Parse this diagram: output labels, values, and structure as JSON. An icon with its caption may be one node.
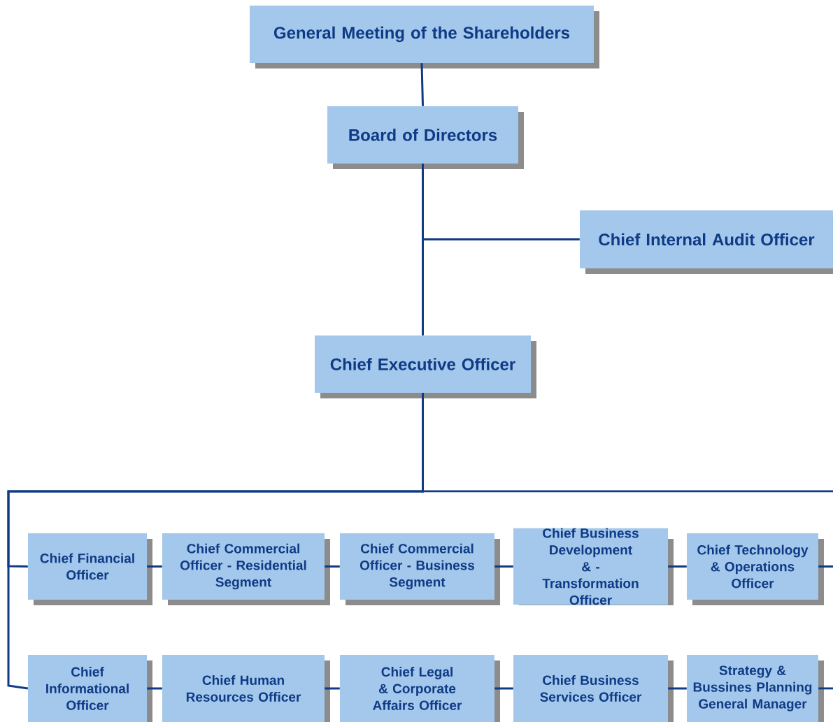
{
  "diagram": {
    "nodes": [
      {
        "text": [
          "General Meeting of the Shareholders"
        ]
      },
      {
        "text": [
          "Board of Directors"
        ]
      },
      {
        "text": [
          "Chief Internal Audit Officer"
        ]
      },
      {
        "text": [
          "Chief Executive Officer"
        ]
      },
      {
        "text": [
          "Chief Financial Officer"
        ]
      },
      {
        "text": [
          "Chief Commercial Officer - Residential Segment"
        ]
      },
      {
        "text": [
          "Chief Commercial Officer - Business Segment"
        ]
      },
      {
        "text": [
          "Chief Business Development & - Transformation Officer"
        ]
      },
      {
        "text": [
          "Chief Technology & Operations Officer"
        ]
      },
      {
        "text": [
          "Chief Informational Officer"
        ]
      },
      {
        "text": [
          "Chief Human Resources Officer"
        ]
      },
      {
        "text": [
          "Chief Legal & Corporate Affairs Officer"
        ]
      },
      {
        "text": [
          "Chief Business Services Officer"
        ]
      },
      {
        "text": [
          "Strategy & Bussines Planning General Manager"
        ]
      }
    ],
    "edges": [
      {
        "from": 0,
        "to": 1,
        "arrow": "none"
      },
      {
        "from": 1,
        "to": 2,
        "arrow": "none"
      },
      {
        "from": 1,
        "to": 3,
        "arrow": "none"
      },
      {
        "from": 3,
        "to": 4,
        "arrow": "none"
      },
      {
        "from": 3,
        "to": 9,
        "arrow": "none"
      },
      {
        "from": 3,
        "to": null,
        "arrow": "none"
      },
      {
        "from": 4,
        "to": 5,
        "arrow": "none"
      },
      {
        "from": 5,
        "to": 6,
        "arrow": "none"
      },
      {
        "from": 6,
        "to": 7,
        "arrow": "none"
      },
      {
        "from": 7,
        "to": 8,
        "arrow": "none"
      },
      {
        "from": 8,
        "to": null,
        "arrow": "none"
      },
      {
        "from": 9,
        "to": 10,
        "arrow": "none"
      },
      {
        "from": 10,
        "to": 11,
        "arrow": "none"
      },
      {
        "from": 11,
        "to": 12,
        "arrow": "none"
      },
      {
        "from": 12,
        "to": 13,
        "arrow": "none"
      },
      {
        "from": 13,
        "to": null,
        "arrow": "none"
      }
    ]
  }
}
